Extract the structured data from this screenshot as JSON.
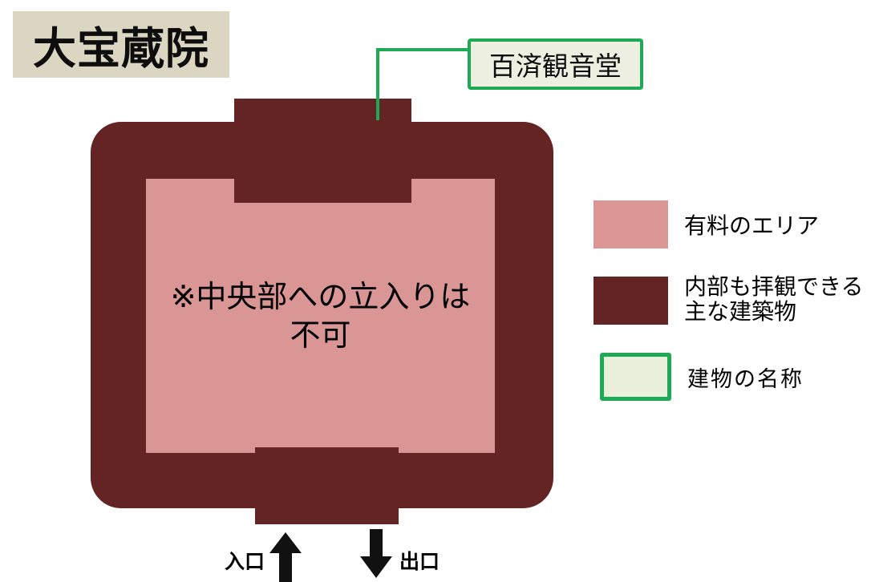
{
  "title": {
    "text": "大宝蔵院",
    "bg_color": "#DAD6C1"
  },
  "building": {
    "outline_color": "#632423",
    "paid_area_color": "#D99694",
    "center_note": {
      "line1": "※中央部への立入りは",
      "line2": "不可"
    }
  },
  "callout": {
    "label": "百済観音堂",
    "border_color": "#1EAA55",
    "fill_color": "#EDF0E1"
  },
  "legend": {
    "paid_area": {
      "label": "有料のエリア",
      "swatch_color": "#D99694"
    },
    "viewable_buildings": {
      "label_line1": "内部も拝観できる",
      "label_line2": "主な建築物",
      "swatch_color": "#632423"
    },
    "building_name": {
      "label": "建物の名称",
      "swatch_fill": "#EAF0DC",
      "swatch_border": "#1EAA55"
    }
  },
  "gates": {
    "entrance_label": "入口",
    "exit_label": "出口",
    "arrow_color": "#111111"
  }
}
